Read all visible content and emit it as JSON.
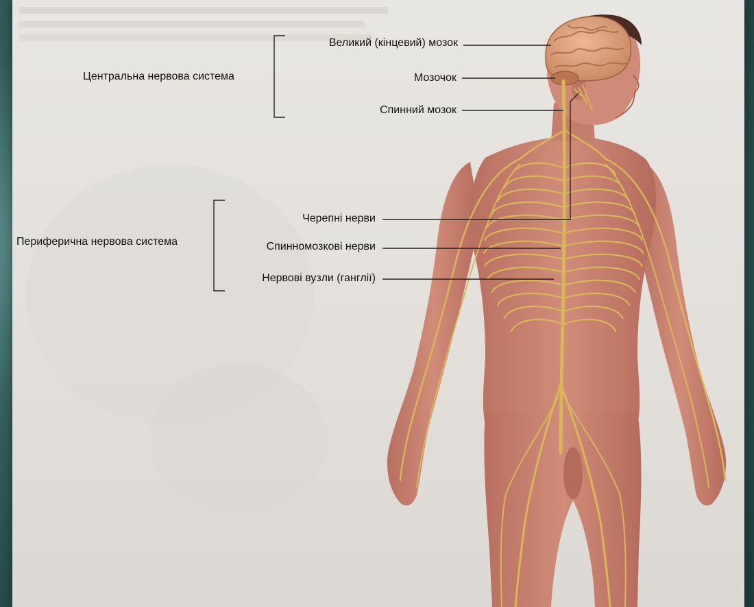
{
  "central": {
    "group_label": "Центральна нервова система",
    "items": [
      {
        "label": "Великий (кінцевий) мозок"
      },
      {
        "label": "Мозочок"
      },
      {
        "label": "Спинний мозок"
      }
    ]
  },
  "peripheral": {
    "group_label": "Периферична нервова система",
    "items": [
      {
        "label": "Черепні нерви"
      },
      {
        "label": "Спинномозкові нерви"
      },
      {
        "label": "Нервові вузли (ганглії)"
      }
    ]
  },
  "colors": {
    "skin": "#c9816f",
    "nerve": "#d9b65a",
    "brain": "#d79b74",
    "hair": "#4a2a22",
    "line": "#222222"
  }
}
